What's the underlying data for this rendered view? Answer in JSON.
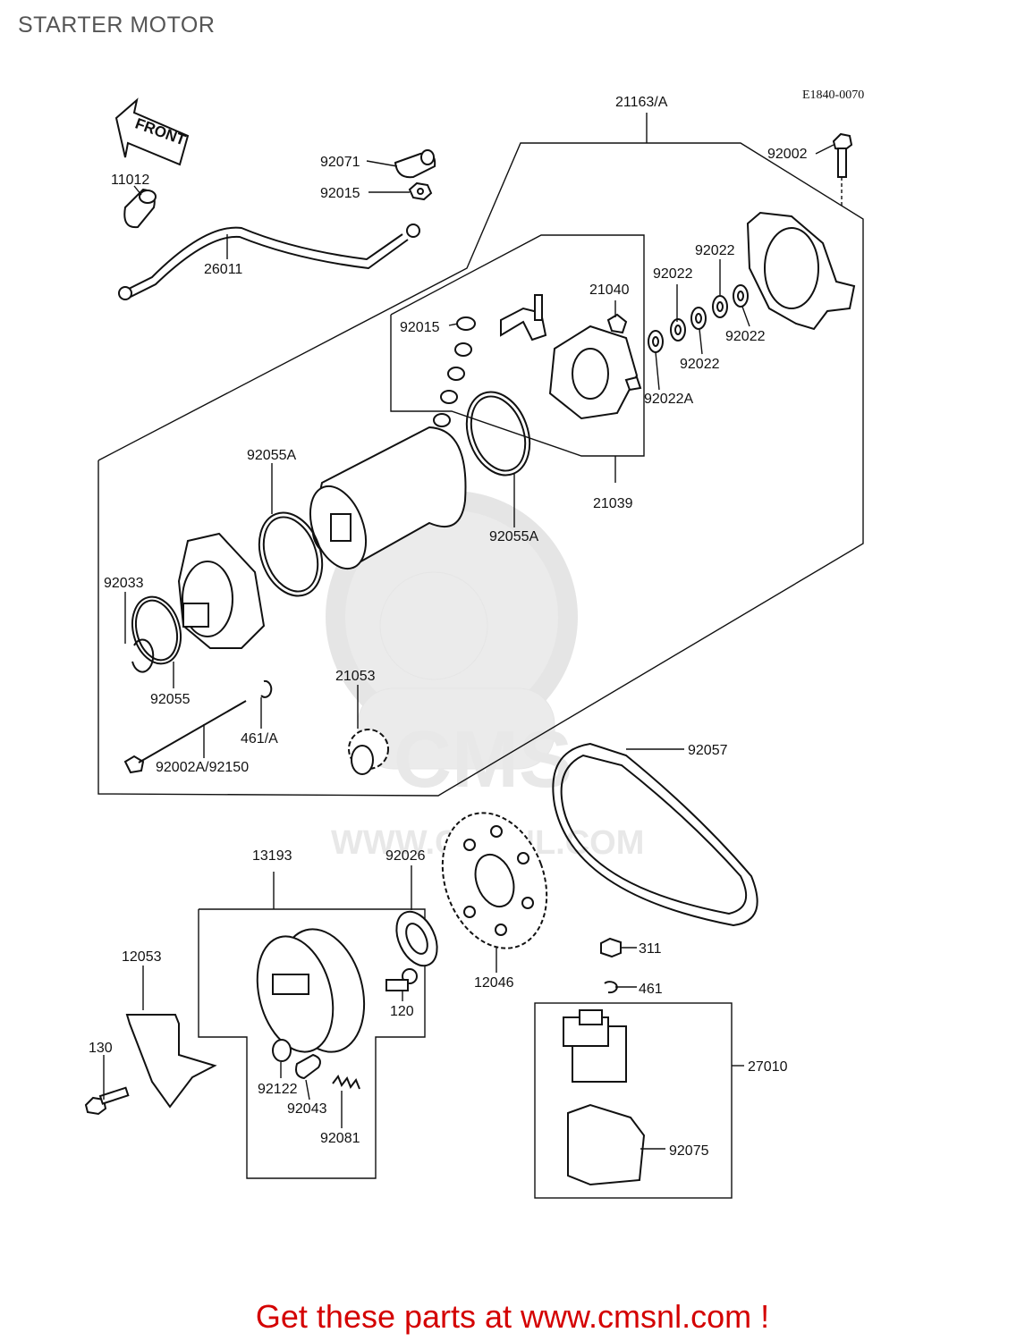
{
  "header": {
    "title": "STARTER MOTOR"
  },
  "diagram": {
    "drawing_code": "E1840-0070",
    "front_arrow_label": "FRONT",
    "watermark_text": "WWW.CMSNL.COM",
    "watermark_logo_text": "CMS",
    "parts": [
      {
        "id": "p11012",
        "label": "11012"
      },
      {
        "id": "p92071",
        "label": "92071"
      },
      {
        "id": "p92015a",
        "label": "92015"
      },
      {
        "id": "p26011",
        "label": "26011"
      },
      {
        "id": "p21163",
        "label": "21163/A"
      },
      {
        "id": "p92002",
        "label": "92002"
      },
      {
        "id": "p92022a",
        "label": "92022"
      },
      {
        "id": "p92022b",
        "label": "92022"
      },
      {
        "id": "p92022c",
        "label": "92022"
      },
      {
        "id": "p92022d",
        "label": "92022"
      },
      {
        "id": "p92022A",
        "label": "92022A"
      },
      {
        "id": "p21040",
        "label": "21040"
      },
      {
        "id": "p92015b",
        "label": "92015"
      },
      {
        "id": "p21039",
        "label": "21039"
      },
      {
        "id": "p92055Aa",
        "label": "92055A"
      },
      {
        "id": "p92055Ab",
        "label": "92055A"
      },
      {
        "id": "p92033",
        "label": "92033"
      },
      {
        "id": "p92055",
        "label": "92055"
      },
      {
        "id": "p461A",
        "label": "461/A"
      },
      {
        "id": "p92002A",
        "label": "92002A/92150"
      },
      {
        "id": "p21053",
        "label": "21053"
      },
      {
        "id": "p92057",
        "label": "92057"
      },
      {
        "id": "p13193",
        "label": "13193"
      },
      {
        "id": "p92026",
        "label": "92026"
      },
      {
        "id": "p12053",
        "label": "12053"
      },
      {
        "id": "p120",
        "label": "120"
      },
      {
        "id": "p12046",
        "label": "12046"
      },
      {
        "id": "p311",
        "label": "311"
      },
      {
        "id": "p461",
        "label": "461"
      },
      {
        "id": "p27010",
        "label": "27010"
      },
      {
        "id": "p130",
        "label": "130"
      },
      {
        "id": "p92122",
        "label": "92122"
      },
      {
        "id": "p92043",
        "label": "92043"
      },
      {
        "id": "p92081",
        "label": "92081"
      },
      {
        "id": "p92075",
        "label": "92075"
      }
    ]
  },
  "footer": {
    "promo": "Get these parts at www.cmsnl.com !"
  },
  "colors": {
    "promo": "#d40000",
    "ink": "#111111",
    "watermark": "#e6e6e6"
  }
}
